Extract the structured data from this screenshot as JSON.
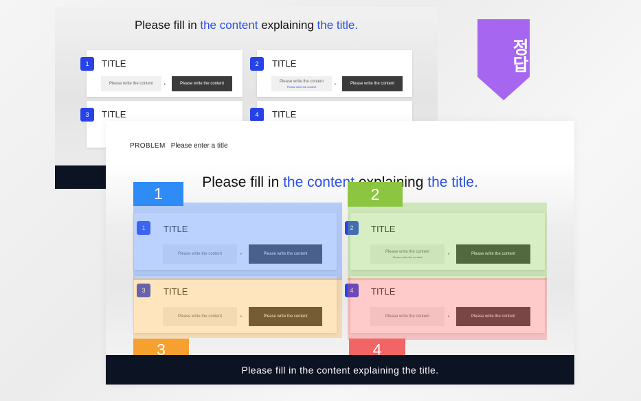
{
  "ribbon": {
    "label": "정답",
    "color": "#a766f0"
  },
  "headline": {
    "part1": "Please fill in ",
    "accent1": "the content",
    "part2": " explaining ",
    "accent2": "the title."
  },
  "card_title": "TITLE",
  "content_text": "Please write the content",
  "problem": {
    "label": "PROBLEM",
    "text": "Please enter a title"
  },
  "footer": "Please fill in the content explaining the title.",
  "cards": [
    {
      "number": "1",
      "sub": ""
    },
    {
      "number": "2",
      "sub": "Please write the content"
    },
    {
      "number": "3",
      "sub": ""
    },
    {
      "number": "4",
      "sub": ""
    }
  ],
  "tags": [
    "1",
    "2",
    "3",
    "4"
  ],
  "colors": {
    "accent_blue": "#2a4ee8",
    "badge_blue": "#2742e6",
    "footer_navy": "#0c1322",
    "tag_blue": "#2f8cf7",
    "tag_green": "#8cc640",
    "tag_orange": "#f6a12f",
    "tag_red": "#f26565"
  }
}
